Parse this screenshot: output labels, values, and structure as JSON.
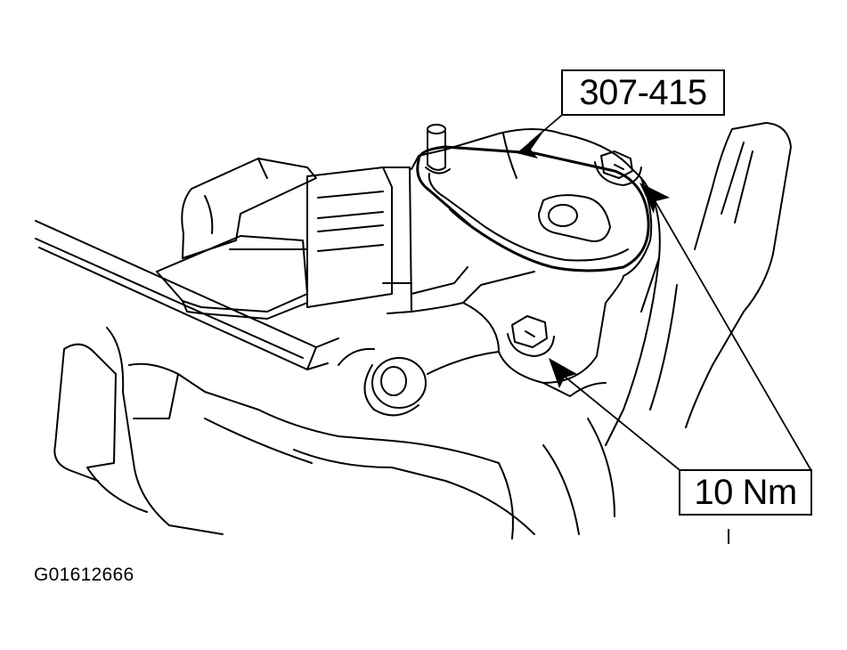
{
  "callouts": {
    "tool": "307-415",
    "torque": "10 Nm"
  },
  "figure_id": "G01612666",
  "colors": {
    "line": "#000000",
    "background": "#ffffff"
  }
}
